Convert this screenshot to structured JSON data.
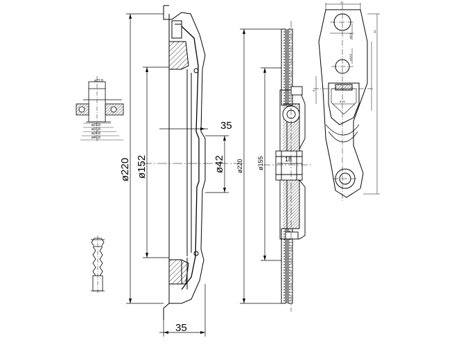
{
  "main_section": {
    "dims": {
      "outer_diameter": "ø220",
      "inner_diameter": "ø152",
      "bore_diameter": "ø42",
      "hub_offset": "35",
      "base_offset": "35"
    }
  },
  "disc_section": {
    "dims": {
      "outer_diameter": "ø220",
      "inner_diameter": "ø155",
      "hub_width": "18"
    }
  },
  "bearing_detail": {
    "dims": {
      "top": "ø22,8",
      "row1": "ø31,8",
      "row2": "ø33,8",
      "row3": "ø34,8",
      "row4": "ø40,8"
    }
  },
  "lever_detail": {
    "dims": {
      "top_width": "12",
      "pin_diam": "ø8,4",
      "hole_diam": "ø10,5",
      "slot_width": "8,15",
      "right_height": "14",
      "left_height": "8"
    }
  },
  "colors": {
    "line": "#000000",
    "background": "#ffffff",
    "hatch": "#000000"
  }
}
